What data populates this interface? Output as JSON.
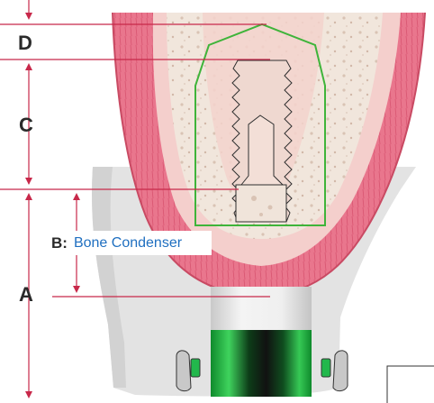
{
  "labels": {
    "a": "A",
    "b": "B:",
    "c": "C",
    "d": "D",
    "bone_condenser": "Bone Condenser"
  },
  "colors": {
    "dimension_lines": "#c8284a",
    "gingiva": "#e8798e",
    "gingiva_dark": "#d9566f",
    "bone": "#efe3d9",
    "bone_inner": "#f6d3cf",
    "implant_outline": "#2f2f2f",
    "implant_guide_outline": "#3fb43a",
    "device_collar": "#e5e5e5",
    "device_green": "#1fb047",
    "callout_text": "#1f6fc0"
  }
}
